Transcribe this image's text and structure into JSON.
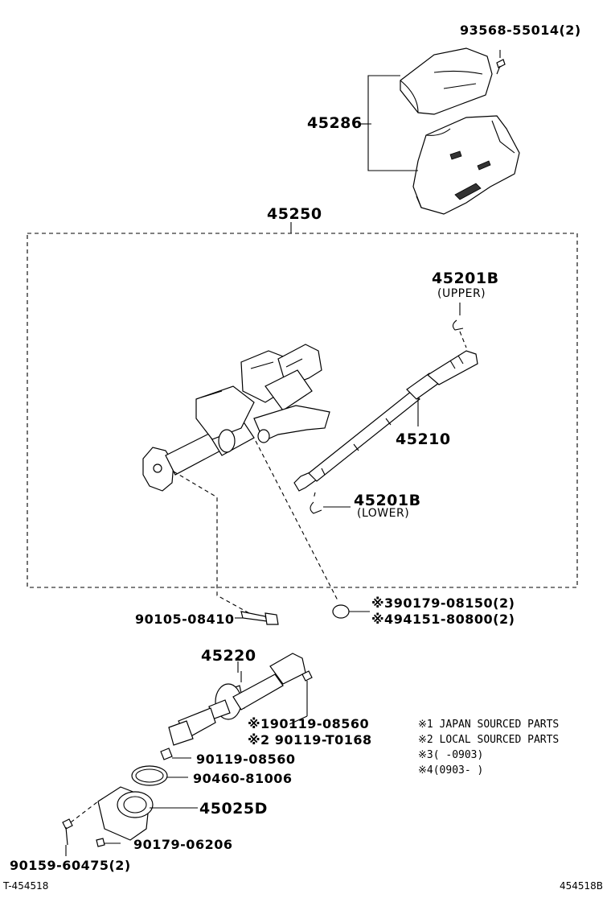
{
  "labels": {
    "p93568": "93568-55014(2)",
    "p45286": "45286",
    "p45250": "45250",
    "p45201b_upper": "45201B",
    "upper": "(UPPER)",
    "p45210": "45210",
    "p45201b_lower": "45201B",
    "lower": "(LOWER)",
    "p90105": "90105-08410",
    "p90179_08150": "※390179-08150(2)",
    "p94151": "※494151-80800(2)",
    "p45220": "45220",
    "p90119_08560_a": "※190119-08560",
    "p90119_t0168": "※2 90119-T0168",
    "p90119_08560_b": "90119-08560",
    "p90460": "90460-81006",
    "p45025d": "45025D",
    "p90179_06206": "90179-06206",
    "p90159": "90159-60475(2)"
  },
  "notes": {
    "n1": "※1 JAPAN SOURCED PARTS",
    "n2": "※2 LOCAL SOURCED PARTS",
    "n3": "※3(   -0903)",
    "n4": "※4(0903-   )"
  },
  "footer": {
    "left": "T-454518",
    "right": "454518B"
  }
}
